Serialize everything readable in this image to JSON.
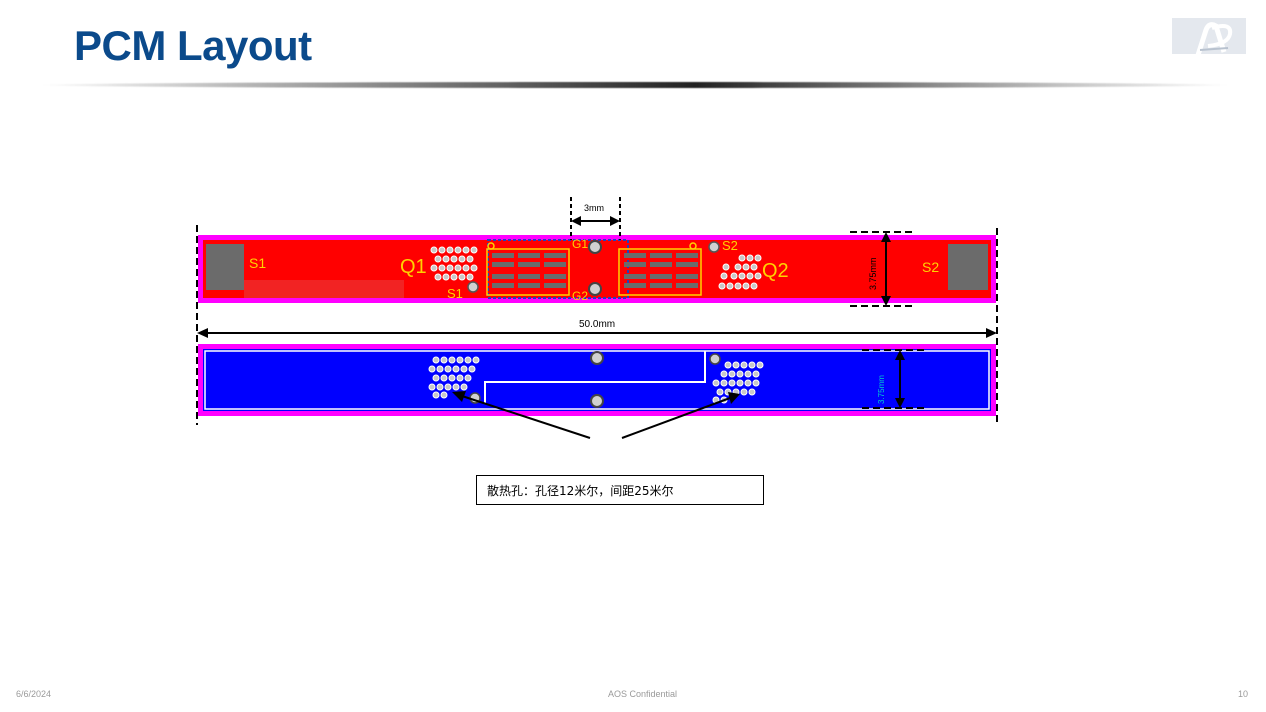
{
  "slide": {
    "title": "PCM Layout",
    "logo_letters": "AP"
  },
  "figure": {
    "top_labels": {
      "s1_left": "S1",
      "q1": "Q1",
      "g1": "G1",
      "s2_mid": "S2",
      "q2": "Q2",
      "s2_right": "S2",
      "s1_mid": "S1",
      "g2": "G2"
    },
    "dimensions": {
      "gap": "3mm",
      "length": "50.0mm",
      "width_top": "3.75mm",
      "width_bottom": "3.75mm"
    },
    "colors": {
      "top_layer": "#ff0000",
      "bottom_layer": "#0000ff",
      "outline": "#ff00ff",
      "silkscreen": "#ffcc00"
    }
  },
  "callout": {
    "text": "散热孔：孔径12米尔，间距25米尔"
  },
  "footer": {
    "date": "6/6/2024",
    "confidential": "AOS Confidential",
    "page": "10"
  }
}
